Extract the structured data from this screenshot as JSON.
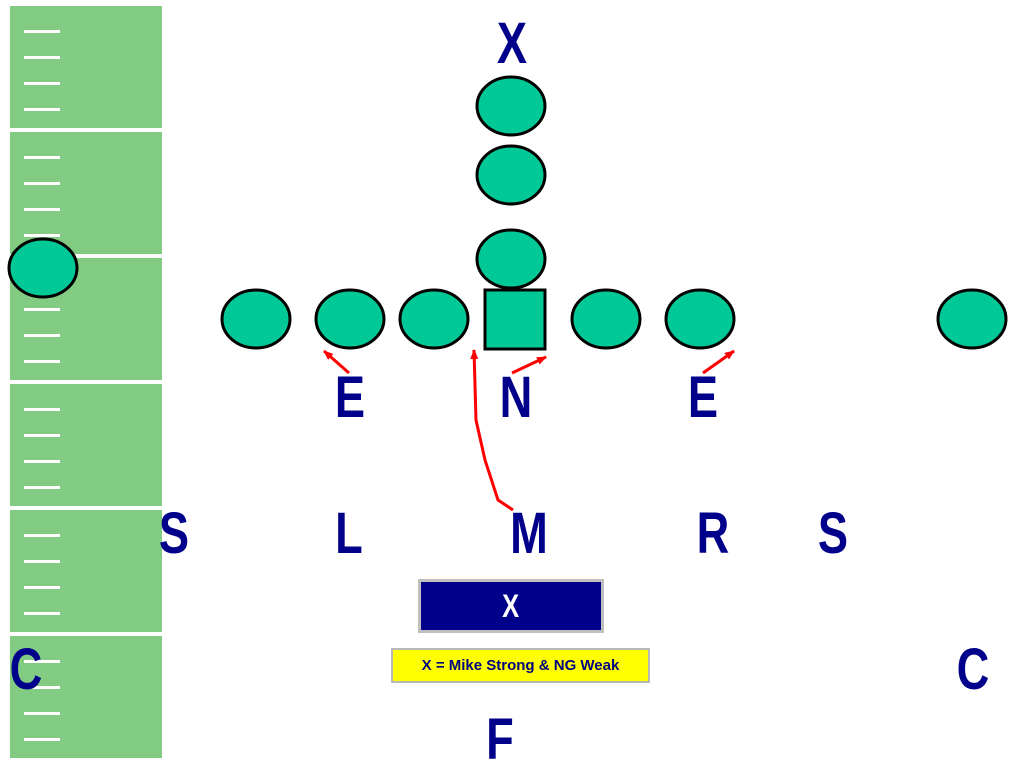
{
  "colors": {
    "field": "#82cb82",
    "player": "#00c896",
    "label": "#00008b",
    "arrow": "#ff0000",
    "note_bg": "#ffff00"
  },
  "offense": {
    "top_label": "X"
  },
  "defense": {
    "line": [
      {
        "id": "left-end",
        "label": "E"
      },
      {
        "id": "nose-guard",
        "label": "N"
      },
      {
        "id": "right-end",
        "label": "E"
      }
    ],
    "linebackers": [
      {
        "id": "left-side",
        "label": "S"
      },
      {
        "id": "left-lb",
        "label": "L"
      },
      {
        "id": "mike-lb",
        "label": "M"
      },
      {
        "id": "right-lb",
        "label": "R"
      },
      {
        "id": "right-side",
        "label": "S"
      }
    ],
    "secondary": [
      {
        "id": "left-corner",
        "label": "C"
      },
      {
        "id": "free-safety",
        "label": "F"
      },
      {
        "id": "right-corner",
        "label": "C"
      }
    ]
  },
  "call_box": {
    "label": "X"
  },
  "legend_note": {
    "text": "X = Mike Strong & NG Weak"
  }
}
